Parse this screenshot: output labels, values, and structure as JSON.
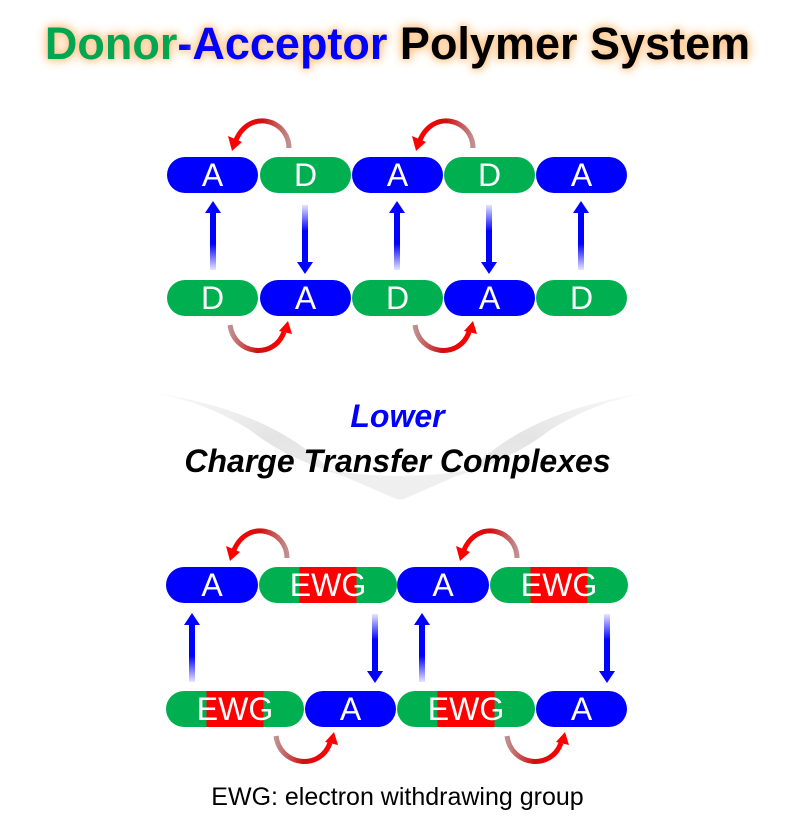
{
  "title": {
    "donor": "Donor",
    "dash": "-",
    "acceptor": "Acceptor",
    "rest": " Polymer System"
  },
  "colors": {
    "donor": "#00b050",
    "acceptor": "#0000ff",
    "ewg": "#ff0000",
    "transfer_arrow": "#ff0000",
    "interaction_arrow": "#0000ff",
    "title_glow": "#ffc58a"
  },
  "top_diagram": {
    "upper_chain": [
      "A",
      "D",
      "A",
      "D",
      "A"
    ],
    "lower_chain": [
      "D",
      "A",
      "D",
      "A",
      "D"
    ],
    "interchain_arrows": [
      "up",
      "down",
      "up",
      "down",
      "up"
    ]
  },
  "transition": {
    "line1": "Lower",
    "line2": "Charge Transfer Complexes"
  },
  "bottom_diagram": {
    "upper_chain": [
      "A",
      "EWG",
      "A",
      "EWG"
    ],
    "lower_chain": [
      "EWG",
      "A",
      "EWG",
      "A"
    ]
  },
  "footnote": "EWG: electron withdrawing group"
}
